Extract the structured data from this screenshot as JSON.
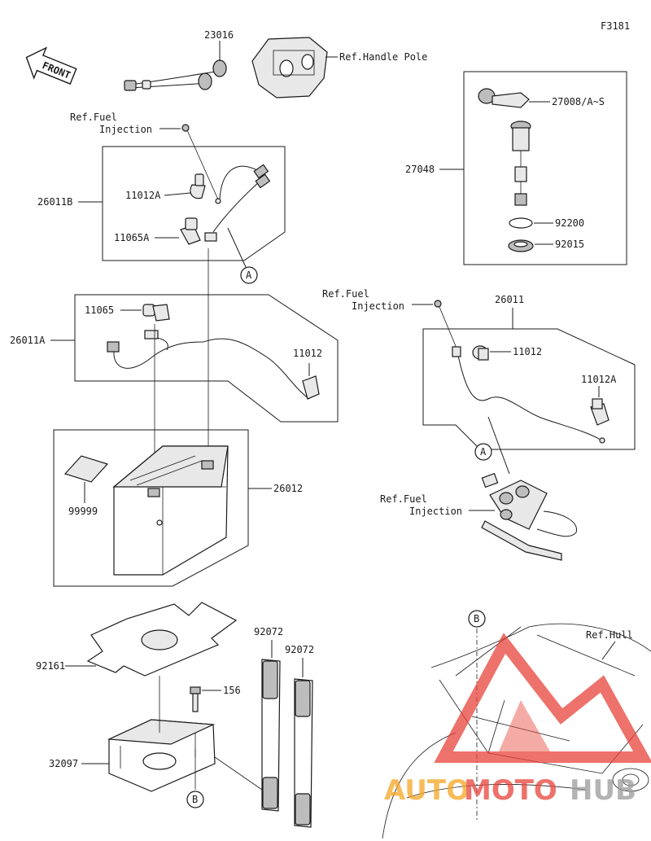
{
  "diagram": {
    "figure_code": "F3181",
    "front_arrow": "FRONT",
    "labels": {
      "p23016": "23016",
      "ref_handle_pole": "Ref.Handle Pole",
      "ref_fuel_1a": "Ref.Fuel",
      "ref_fuel_1b": "Injection",
      "p26011B": "26011B",
      "p11012A_left": "11012A",
      "p11065A": "11065A",
      "callout_A_top": "A",
      "p27008": "27008/A~S",
      "p27048": "27048",
      "p92200": "92200",
      "p92015": "92015",
      "ref_fuel_2a": "Ref.Fuel",
      "ref_fuel_2b": "Injection",
      "p26011": "26011",
      "p11065": "11065",
      "p26011A": "26011A",
      "p11012_left": "11012",
      "p11012_right": "11012",
      "p11012A_right": "11012A",
      "callout_A_mid": "A",
      "ref_fuel_3a": "Ref.Fuel",
      "ref_fuel_3b": "Injection",
      "p26012": "26012",
      "p99999": "99999",
      "p92161": "92161",
      "p92072_a": "92072",
      "p92072_b": "92072",
      "p156": "156",
      "p32097": "32097",
      "callout_B_bottom": "B",
      "callout_B_hull": "B",
      "ref_hull": "Ref.Hull"
    },
    "watermark": {
      "part1": "AUTO",
      "part2": "MOTO",
      "part3": "HUB",
      "color1": "#f5a623",
      "color2": "#e8443a",
      "color3": "#9a9a9a"
    }
  }
}
